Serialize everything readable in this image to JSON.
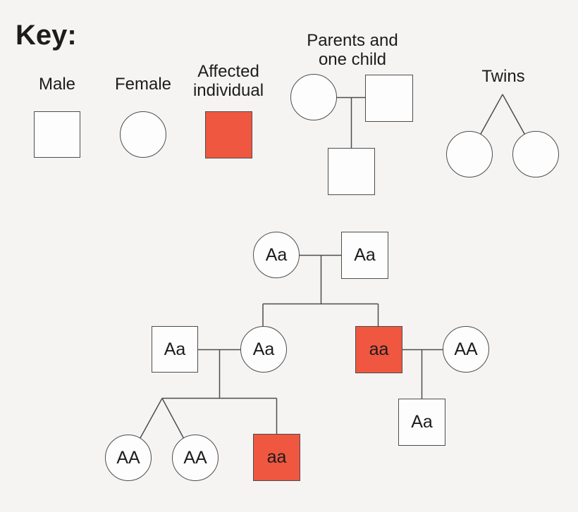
{
  "colors": {
    "background": "#f5f4f3",
    "shape_fill": "#fdfdfd",
    "affected_fill": "#ef5740",
    "stroke": "#4d4d4d",
    "text": "#1c1c1c"
  },
  "key": {
    "title": "Key:",
    "male_label": "Male",
    "female_label": "Female",
    "affected_label": "Affected individual",
    "parents_label": "Parents and one child",
    "twins_label": "Twins"
  },
  "pedigree": {
    "individuals": [
      {
        "id": "gen1-mother",
        "sex": "female",
        "genotype": "Aa",
        "affected": false
      },
      {
        "id": "gen1-father",
        "sex": "male",
        "genotype": "Aa",
        "affected": false
      },
      {
        "id": "gen2-husband",
        "sex": "male",
        "genotype": "Aa",
        "affected": false
      },
      {
        "id": "gen2-daughter",
        "sex": "female",
        "genotype": "Aa",
        "affected": false
      },
      {
        "id": "gen2-son",
        "sex": "male",
        "genotype": "aa",
        "affected": true
      },
      {
        "id": "gen2-wife",
        "sex": "female",
        "genotype": "AA",
        "affected": false
      },
      {
        "id": "gen3-twin-1",
        "sex": "female",
        "genotype": "AA",
        "affected": false
      },
      {
        "id": "gen3-twin-2",
        "sex": "female",
        "genotype": "AA",
        "affected": false
      },
      {
        "id": "gen3-son-left",
        "sex": "male",
        "genotype": "aa",
        "affected": true
      },
      {
        "id": "gen3-son-right",
        "sex": "male",
        "genotype": "Aa",
        "affected": false
      }
    ]
  }
}
